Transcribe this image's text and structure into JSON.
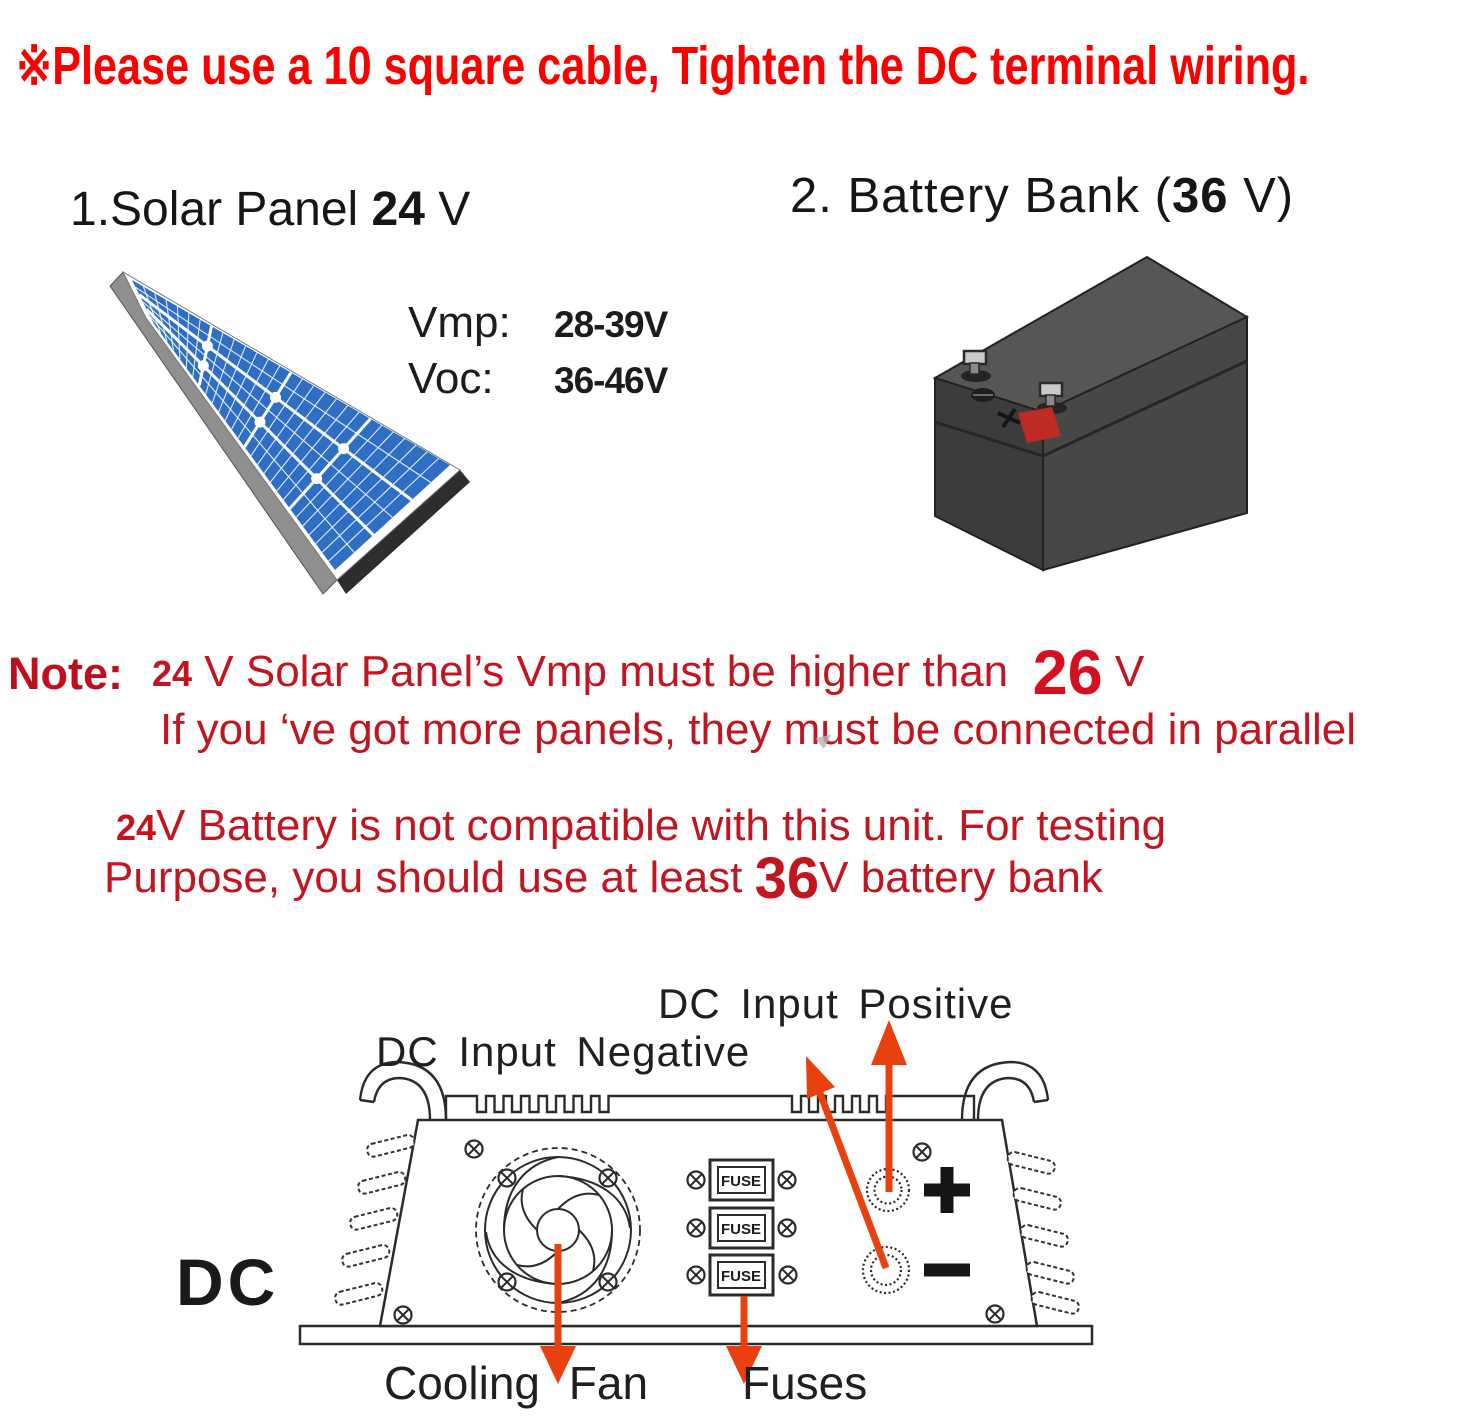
{
  "header": {
    "warning": "※Please use a 10 square cable, Tighten the DC terminal wiring."
  },
  "solar": {
    "title": [
      "1.Solar Panel ",
      "24",
      " V"
    ],
    "specs": {
      "vmp_label": "Vmp:",
      "vmp_value": "28-39V",
      "voc_label": "Voc:",
      "voc_value": "36-46V"
    }
  },
  "battery": {
    "title": [
      "2. Battery Bank (",
      "36",
      " V)"
    ]
  },
  "note": {
    "label": "Note:",
    "line1": [
      "24",
      " V Solar Panel’s Vmp must be higher than  ",
      "26",
      " V"
    ],
    "line2": "If you ‘ve got more panels, they must be connected in parallel",
    "line3": [
      "24",
      "V Battery is not compatible with this unit. For testing"
    ],
    "line4": [
      "Purpose, you should use at least ",
      "36",
      "V battery bank"
    ]
  },
  "diagram": {
    "labels": {
      "dc_input_positive": "DC Input Positive",
      "dc_input_negative": "DC Input Negative",
      "dc": "DC",
      "cooling_fan": "Cooling Fan",
      "fuses": "Fuses",
      "fuse": "FUSE",
      "plus": "+",
      "minus": "−"
    }
  },
  "colors": {
    "warning_red": "#fa0100",
    "note_red": "#c2151f",
    "highlight_red": "#d40f1f",
    "arrow_orange": "#e8400f",
    "panel_blue": "#2e6fc4",
    "ink": "#1c1c1c",
    "battery_top": "#565654",
    "battery_front": "#3c3c3b",
    "battery_side": "#474746"
  }
}
